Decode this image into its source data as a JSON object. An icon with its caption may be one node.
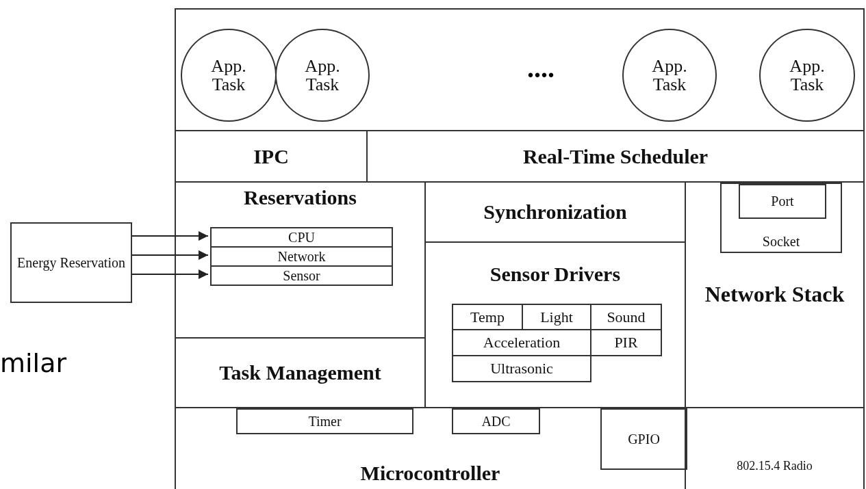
{
  "diagram": {
    "nodes": [
      {
        "text": [
          "Energy Reservation"
        ]
      },
      {
        "text": [],
        "shape": "box"
      },
      {
        "text": [
          "App. Task"
        ],
        "in": 1
      },
      {
        "text": [
          "App. Task"
        ],
        "in": 1
      },
      {
        "text": [
          "App. Task"
        ],
        "in": 1
      },
      {
        "text": [
          "App. Task"
        ],
        "in": 1
      },
      {
        "text": [
          "IPC"
        ]
      },
      {
        "text": [
          "Real-Time Scheduler"
        ]
      },
      {
        "text": [
          "Reservations"
        ]
      },
      {
        "text": [
          "CPU"
        ],
        "in": 8
      },
      {
        "text": [
          "Network"
        ],
        "in": 8
      },
      {
        "text": [
          "Sensor"
        ],
        "in": 8
      },
      {
        "text": [
          "Synchronization"
        ]
      },
      {
        "text": [
          "Network Stack"
        ]
      },
      {
        "text": [
          "Socket"
        ],
        "in": 13
      },
      {
        "text": [
          "Port"
        ],
        "in": 14
      },
      {
        "text": [
          "Sensor Drivers"
        ]
      },
      {
        "text": [
          "Temp"
        ],
        "in": 16
      },
      {
        "text": [
          "Light"
        ],
        "in": 16
      },
      {
        "text": [
          "Sound"
        ],
        "in": 16
      },
      {
        "text": [
          "Acceleration"
        ],
        "in": 16
      },
      {
        "text": [
          "PIR"
        ],
        "in": 16
      },
      {
        "text": [
          "Ultrasonic"
        ],
        "in": 16
      },
      {
        "text": [
          "Task Management"
        ]
      },
      {
        "text": [
          "Microcontroller"
        ]
      },
      {
        "text": [
          "Timer"
        ],
        "in": 24
      },
      {
        "text": [
          "ADC"
        ],
        "in": 24
      },
      {
        "text": [
          "GPIO"
        ],
        "in": 24
      },
      {
        "text": [
          "802.15.4 Radio"
        ]
      }
    ],
    "edges": [
      {
        "from": 0,
        "to": 9,
        "arrow": "to"
      },
      {
        "from": 0,
        "to": 10,
        "arrow": "to"
      },
      {
        "from": 0,
        "to": 11,
        "arrow": "to"
      }
    ],
    "labels": [
      "....",
      "milar"
    ]
  }
}
